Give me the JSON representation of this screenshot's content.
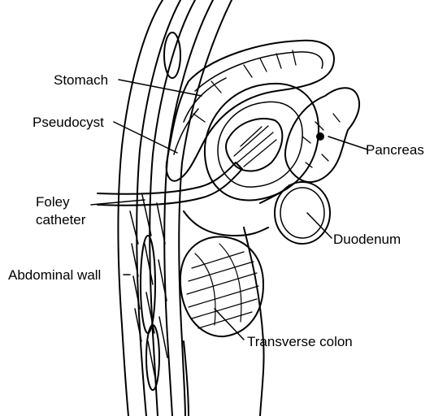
{
  "labels": {
    "stomach": "Stomach",
    "pseudocyst": "Pseudocyst",
    "foley_line1": "Foley",
    "foley_line2": "catheter",
    "abdominal_wall": "Abdominal wall",
    "pancreas": "Pancreas",
    "duodenum": "Duodenum",
    "transverse_colon": "Transverse colon"
  },
  "colors": {
    "ink": "#000000",
    "background": "#ffffff"
  }
}
